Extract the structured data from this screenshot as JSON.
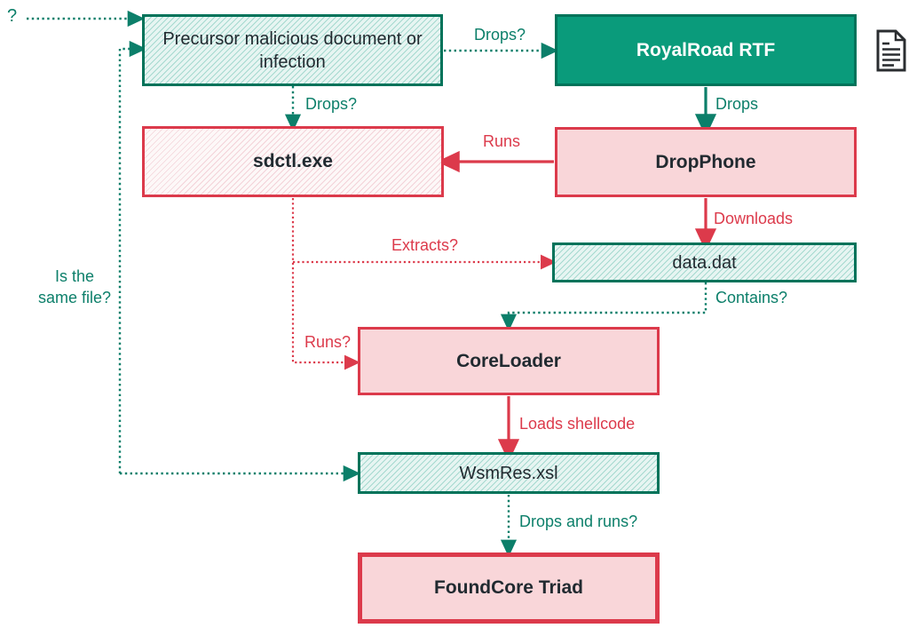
{
  "colors": {
    "teal": "#0a9b7b",
    "teal_border": "#00735a",
    "teal_label": "#0c7f6a",
    "red": "#dc3a4b",
    "pink_fill": "#f9d6d9",
    "text_dark": "#212a30"
  },
  "unknown": {
    "label": "?"
  },
  "nodes": {
    "precursor": {
      "label": "Precursor malicious document or infection",
      "style": "teal-hatched"
    },
    "royalroad": {
      "label": "RoyalRoad RTF",
      "style": "teal-solid"
    },
    "sdctl": {
      "label": "sdctl.exe",
      "style": "pink-hatched"
    },
    "dropphone": {
      "label": "DropPhone",
      "style": "pink-solid"
    },
    "datadat": {
      "label": "data.dat",
      "style": "teal-hatched"
    },
    "coreloader": {
      "label": "CoreLoader",
      "style": "pink-solid"
    },
    "wsmres": {
      "label": "WsmRes.xsl",
      "style": "teal-hatched"
    },
    "foundcore": {
      "label": "FoundCore Triad",
      "style": "pink-solid-thick"
    }
  },
  "edge_labels": {
    "precursor_to_royalroad": "Drops?",
    "precursor_to_sdctl": "Drops?",
    "royalroad_to_dropphone": "Drops",
    "dropphone_to_sdctl": "Runs",
    "dropphone_to_datadat": "Downloads",
    "sdctl_to_datadat": "Extracts?",
    "datadat_to_coreloader": "Contains?",
    "sdctl_to_coreloader": "Runs?",
    "wsmres_precursor_question": "Is the same file?",
    "coreloader_to_wsmres": "Loads shellcode",
    "wsmres_to_foundcore": "Drops and runs?"
  },
  "icons": {
    "document": "document-icon"
  }
}
